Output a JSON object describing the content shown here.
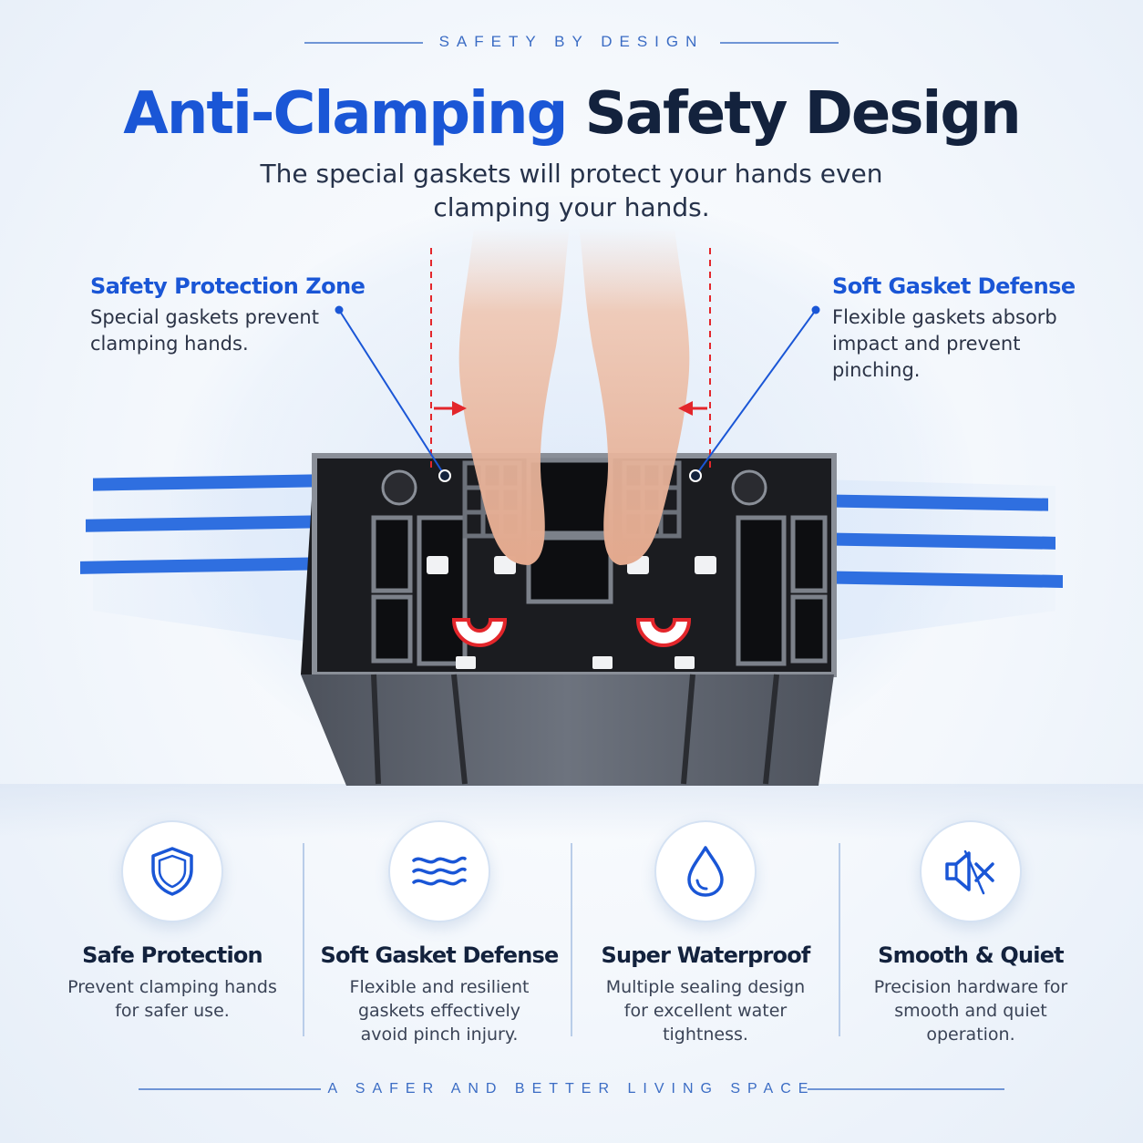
{
  "header": {
    "kicker": "SAFETY BY DESIGN",
    "title_highlight": "Anti-Clamping",
    "title_rest": "Safety Design",
    "subtitle": "The special gaskets will protect your hands even clamping your hands."
  },
  "callouts": {
    "left": {
      "title": "Safety Protection Zone",
      "text": "Special gaskets prevent clamping hands."
    },
    "right": {
      "title": "Soft Gasket Defense",
      "text": "Flexible gaskets absorb impact and prevent pinching."
    }
  },
  "features": [
    {
      "icon": "shield-icon",
      "title": "Safe Protection",
      "text": "Prevent clamping hands for safer use."
    },
    {
      "icon": "waves-icon",
      "title": "Soft Gasket Defense",
      "text": "Flexible and resilient gaskets effectively avoid pinch injury."
    },
    {
      "icon": "water-drop-icon",
      "title": "Super Waterproof",
      "text": "Multiple sealing design for excellent water tightness."
    },
    {
      "icon": "mute-speaker-icon",
      "title": "Smooth & Quiet",
      "text": "Precision hardware for smooth and quiet operation."
    }
  ],
  "footer": {
    "tagline": "A SAFER AND BETTER LIVING SPACE"
  },
  "colors": {
    "accent_blue": "#1a56d6",
    "dark_navy": "#13223d",
    "indicator_red": "#e3262b",
    "profile_gray": "#5e6470"
  }
}
